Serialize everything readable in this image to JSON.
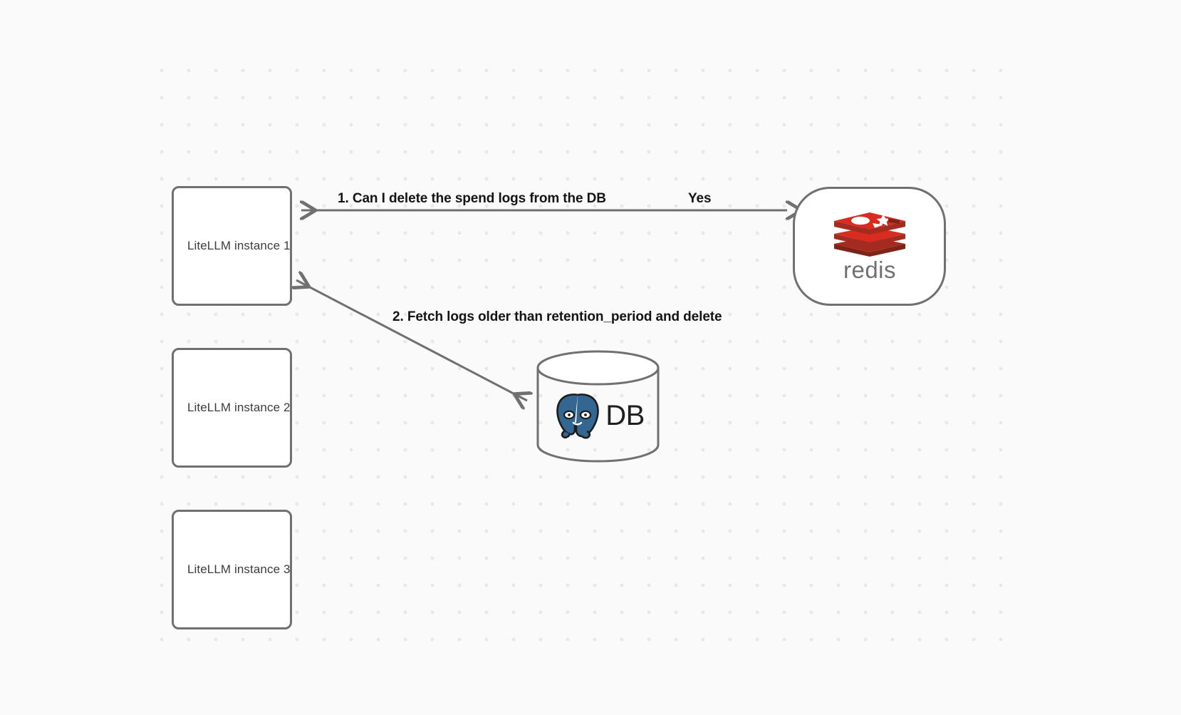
{
  "canvas": {
    "background_color": "#fafafa",
    "dot_color": "#e7e8e9"
  },
  "nodes": [
    {
      "id": "instance-1",
      "label": "LiteLLM instance 1",
      "type": "box"
    },
    {
      "id": "instance-2",
      "label": "LiteLLM instance 2",
      "type": "box"
    },
    {
      "id": "instance-3",
      "label": "LiteLLM instance 3",
      "type": "box"
    },
    {
      "id": "redis",
      "label": "redis",
      "type": "rounded-node",
      "logo": "redis-logo",
      "brand_color": "#d82c20"
    },
    {
      "id": "database",
      "label": "DB",
      "type": "cylinder",
      "logo": "postgresql-elephant-icon",
      "brand_color": "#336791"
    }
  ],
  "edges": [
    {
      "id": "edge-redis-to-instance-1",
      "from": "redis",
      "to": "instance-1",
      "label": "1.  Can I delete the spend logs from the DB",
      "answer_label": "Yes",
      "stroke": "#6f7072"
    },
    {
      "id": "edge-instance-1-to-database",
      "from": "instance-1",
      "to": "database",
      "label": "2.  Fetch logs older than retention_period and delete",
      "stroke": "#6f7072"
    }
  ],
  "labels": {
    "step_1": "1.  Can I delete the spend logs from the DB",
    "step_1_answer": "Yes",
    "step_2": "2.  Fetch logs older than retention_period and delete",
    "redis_wordmark": "redis",
    "db_text": "DB"
  }
}
